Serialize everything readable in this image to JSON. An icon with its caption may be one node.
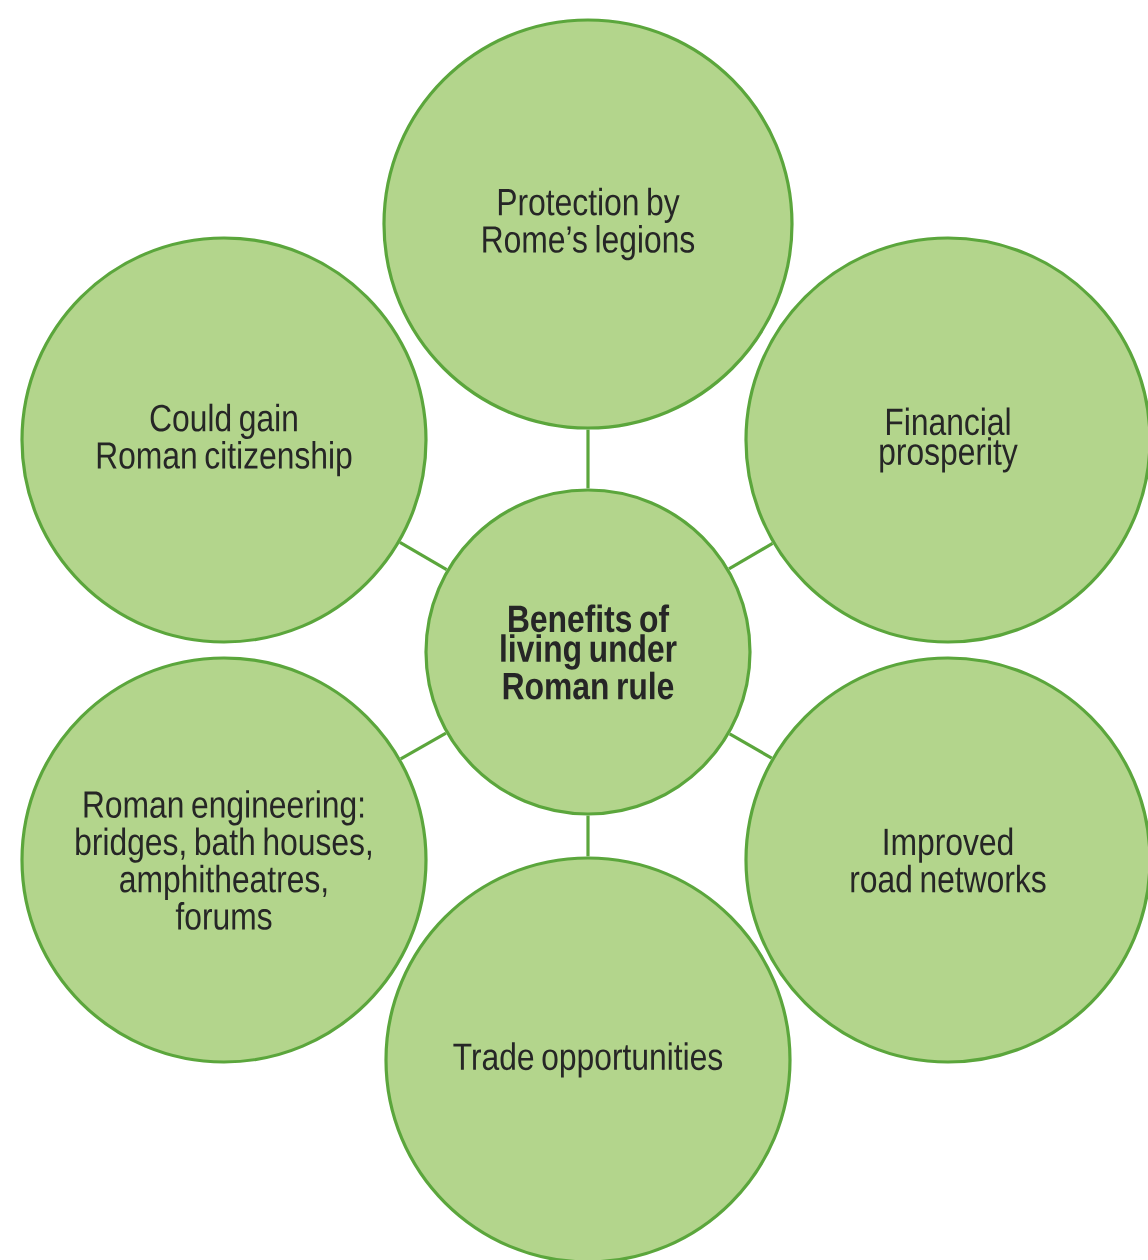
{
  "diagram": {
    "nodes": [
      {
        "text": [
          "Protection by Rome’s legions"
        ]
      },
      {
        "text": [
          "Could gain Roman citizenship"
        ]
      },
      {
        "text": [
          "Financial prosperity"
        ]
      },
      {
        "text": [
          "Benefits of living under Roman rule"
        ]
      },
      {
        "text": [
          "Roman engineering: bridges, bath houses, amphitheatres, forums"
        ]
      },
      {
        "text": [
          "Improved road networks"
        ]
      },
      {
        "text": [
          "Trade opportunities"
        ]
      }
    ],
    "edges": [
      {
        "from": 3,
        "to": 0,
        "arrow": "none"
      },
      {
        "from": 3,
        "to": 1,
        "arrow": "none"
      },
      {
        "from": 3,
        "to": 2,
        "arrow": "none"
      },
      {
        "from": 3,
        "to": 4,
        "arrow": "none"
      },
      {
        "from": 3,
        "to": 5,
        "arrow": "none"
      },
      {
        "from": 3,
        "to": 6,
        "arrow": "none"
      }
    ]
  }
}
